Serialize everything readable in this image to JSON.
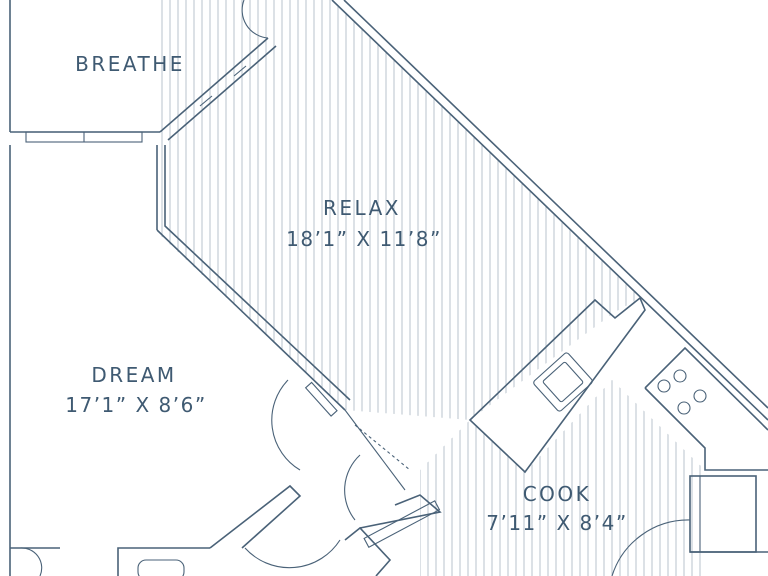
{
  "plan": {
    "colors": {
      "line": "#4a6278",
      "text": "#3f5a72",
      "hatch": "#b9c3cc",
      "background": "#ffffff"
    },
    "rooms": {
      "breathe": {
        "name": "BREATHE"
      },
      "relax": {
        "name": "RELAX",
        "dimensions": "18’1” X 11’8”"
      },
      "dream": {
        "name": "DREAM",
        "dimensions": "17’1” X 8’6”"
      },
      "cook": {
        "name": "COOK",
        "dimensions": "7’11” X 8’4”"
      }
    },
    "icons": [
      "kitchen-sink-icon",
      "cooktop-icon",
      "door-swing-icon"
    ]
  }
}
